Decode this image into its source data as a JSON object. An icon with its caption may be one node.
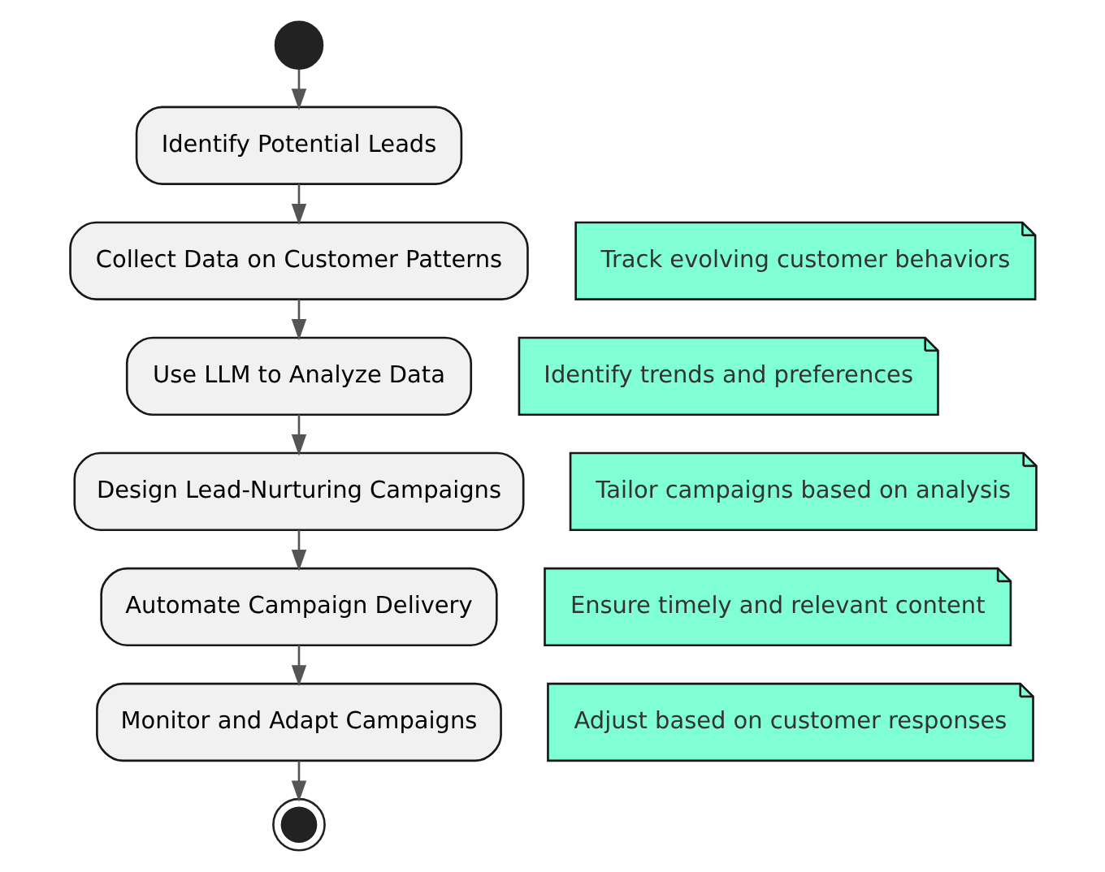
{
  "diagram": {
    "nodes": [
      {
        "text": [],
        "shape": "circle"
      },
      {
        "text": [
          "Identify Potential Leads"
        ]
      },
      {
        "text": [
          "Collect Data on Customer Patterns"
        ]
      },
      {
        "text": [
          "Track evolving customer behaviors"
        ]
      },
      {
        "text": [
          "Use LLM to Analyze Data"
        ]
      },
      {
        "text": [
          "Identify trends and preferences"
        ]
      },
      {
        "text": [
          "Design Lead-Nurturing Campaigns"
        ]
      },
      {
        "text": [
          "Tailor campaigns based on analysis"
        ]
      },
      {
        "text": [
          "Automate Campaign Delivery"
        ]
      },
      {
        "text": [
          "Ensure timely and relevant content"
        ]
      },
      {
        "text": [
          "Monitor and Adapt Campaigns"
        ]
      },
      {
        "text": [
          "Adjust based on customer responses"
        ]
      },
      {
        "text": [],
        "shape": "bullseye"
      }
    ],
    "edges": [
      {
        "from": 0,
        "to": 1,
        "arrow": "to"
      },
      {
        "from": 1,
        "to": 2,
        "arrow": "to"
      },
      {
        "from": 2,
        "to": 4,
        "arrow": "to"
      },
      {
        "from": 4,
        "to": 6,
        "arrow": "to"
      },
      {
        "from": 6,
        "to": 8,
        "arrow": "to"
      },
      {
        "from": 8,
        "to": 10,
        "arrow": "to"
      },
      {
        "from": 10,
        "to": 12,
        "arrow": "to"
      }
    ]
  }
}
